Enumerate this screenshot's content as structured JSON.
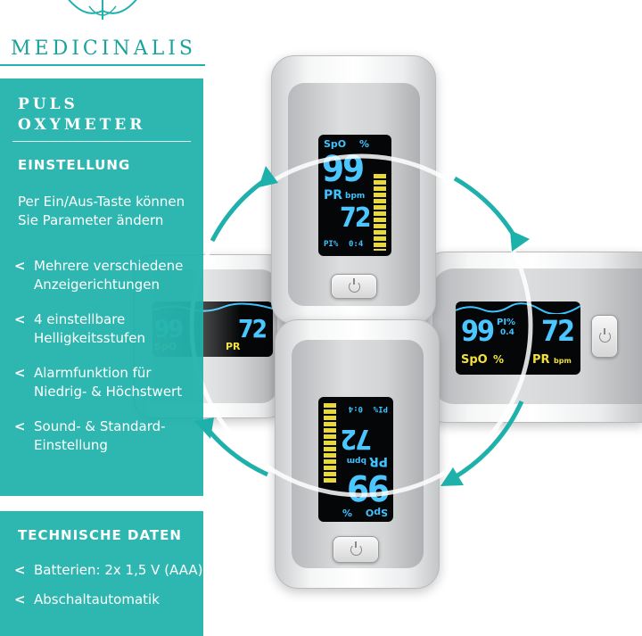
{
  "brand": {
    "name": "MEDICINALIS"
  },
  "panel": {
    "product_title_line1": "PULS",
    "product_title_line2": "OXYMETER",
    "section_title": "EINSTELLUNG",
    "intro": "Per Ein/Aus-Taste können Sie Parameter ändern",
    "features": [
      "Mehrere verschiedene Anzeigerichtungen",
      "4 einstellbare Helligkeitsstufen",
      "Alarmfunktion für Niedrig- & Höchstwert",
      "Sound- & Standard-Einstellung"
    ],
    "bullet": "<"
  },
  "tech": {
    "title": "TECHNISCHE DATEN",
    "items": [
      "Batterien: 2x 1,5 V (AAA)",
      "Abschaltautomatik"
    ]
  },
  "display": {
    "spo2_label": "SpO",
    "percent": "%",
    "spo2_value": "99",
    "pr_label": "PR",
    "bpm": "bpm",
    "pr_value": "72",
    "pi_label": "PI%",
    "pi_value": "0:4",
    "pi_value_alt": "0.4"
  },
  "colors": {
    "accent": "#1eb0aa",
    "display_cyan": "#3fc3ff",
    "display_yellow": "#f2e03a"
  }
}
